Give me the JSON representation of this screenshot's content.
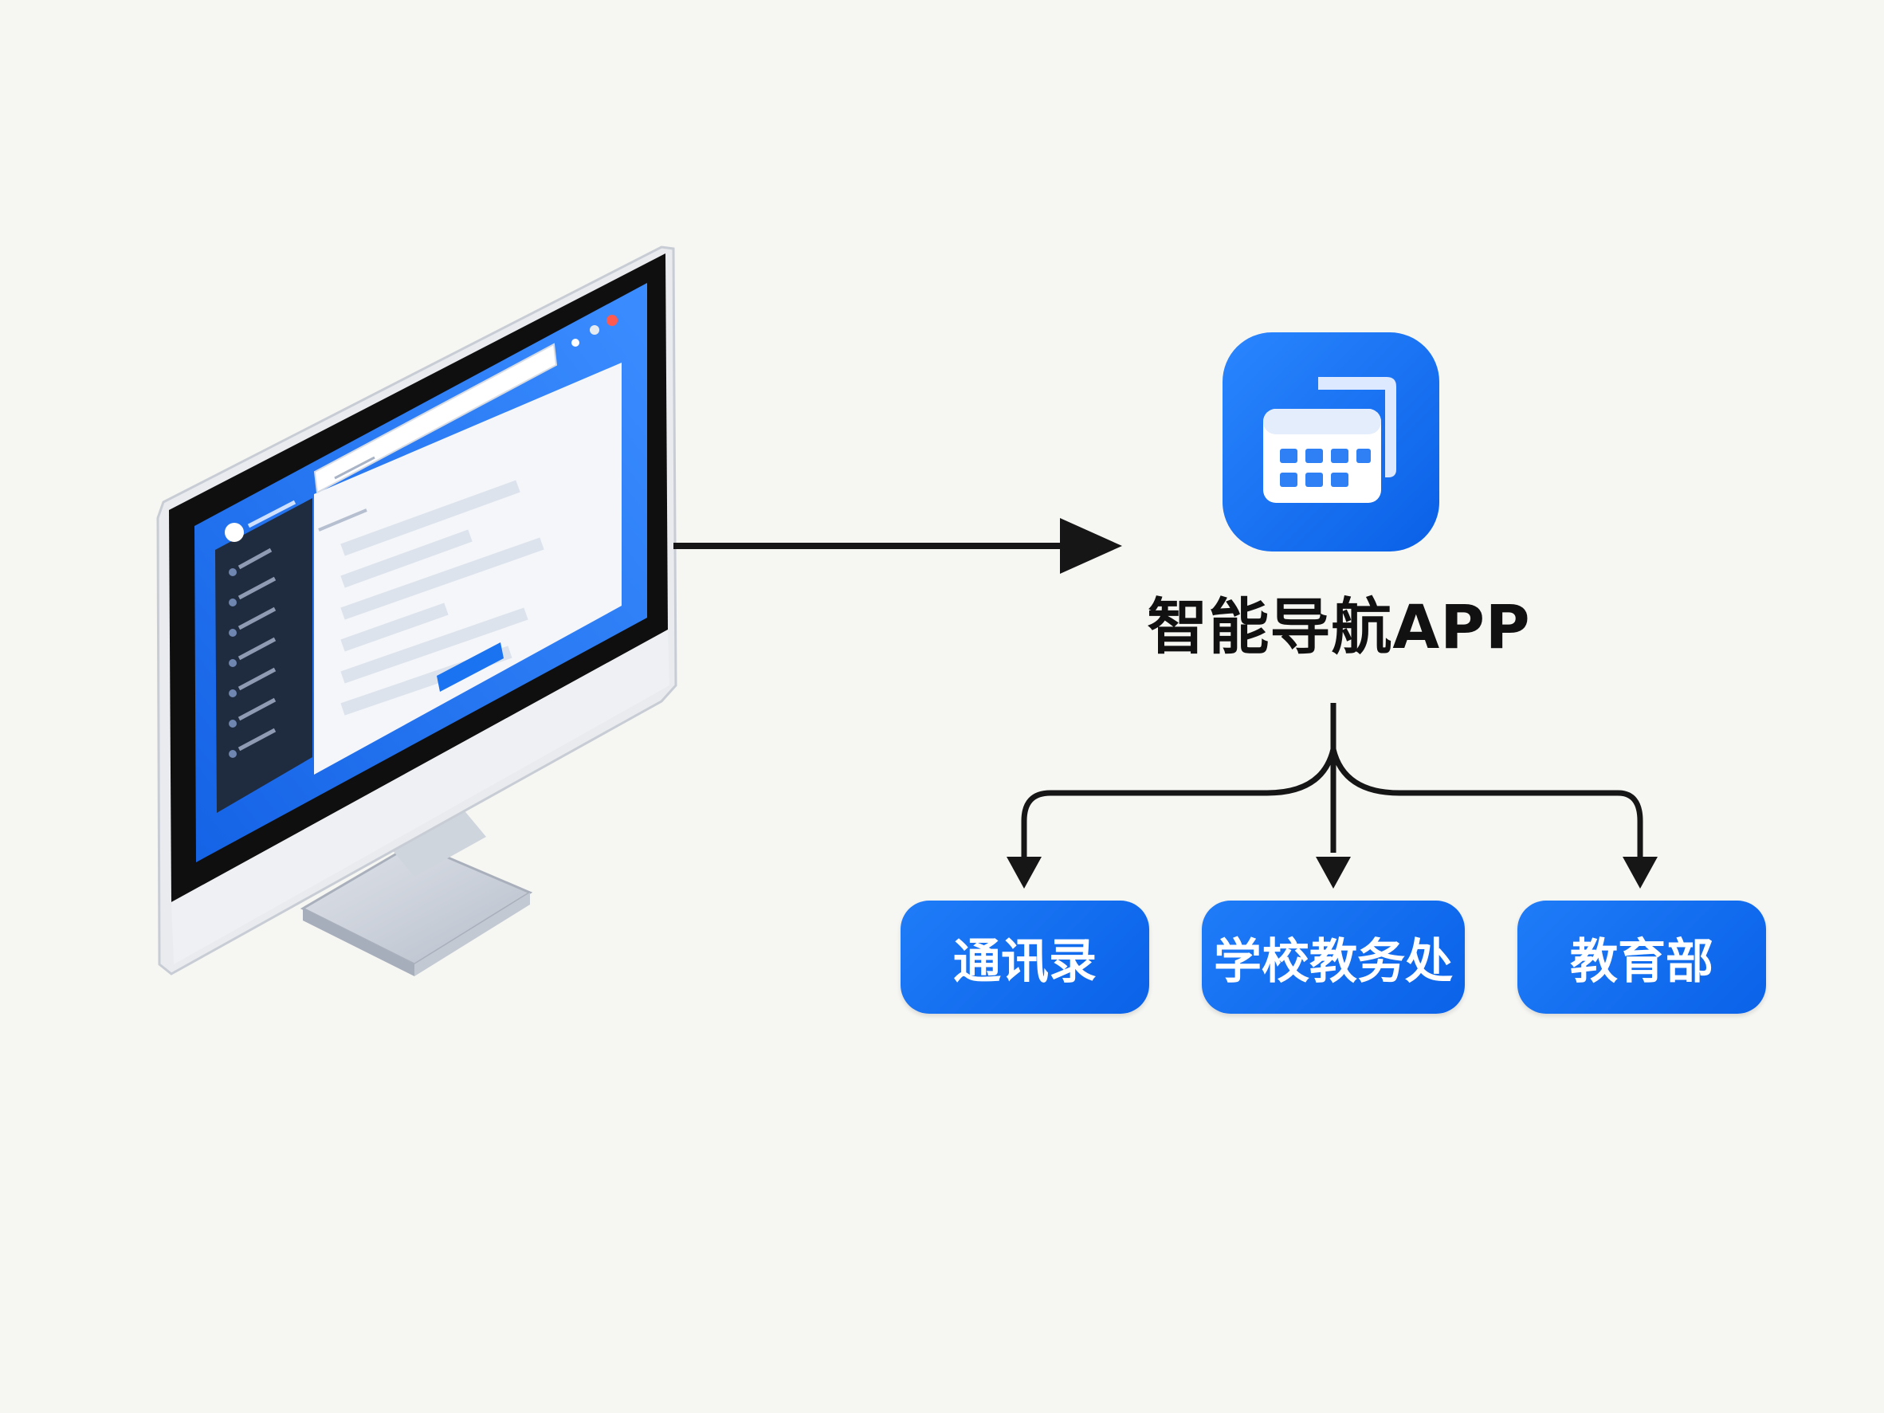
{
  "app": {
    "title": "智能导航APP",
    "icon": "calendar-icon"
  },
  "nodes": [
    {
      "label": "通讯录"
    },
    {
      "label": "学校教务处"
    },
    {
      "label": "教育部"
    }
  ],
  "colors": {
    "background": "#f6f6f3",
    "accent": "#1a73f0",
    "accent_dark": "#0a5fe0",
    "arrow": "#161616",
    "sidebar": "#1f2b3e",
    "monitor_frame": "#e9ebee"
  }
}
